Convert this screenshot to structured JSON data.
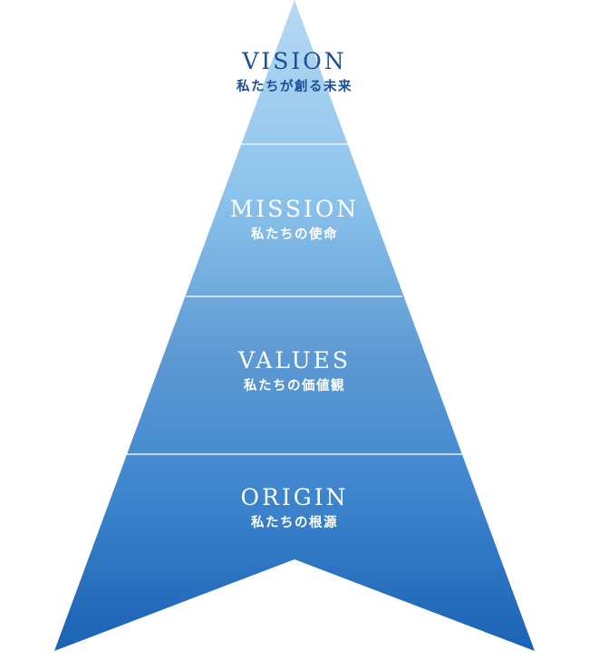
{
  "layers": [
    {
      "id": "vision",
      "title": "VISION",
      "subtitle": "私たちが創る未来",
      "text_color": "#1a4e95"
    },
    {
      "id": "mission",
      "title": "MISSION",
      "subtitle": "私たちの使命",
      "text_color": "#ffffff"
    },
    {
      "id": "values",
      "title": "VALUES",
      "subtitle": "私たちの価値観",
      "text_color": "#ffffff"
    },
    {
      "id": "origin",
      "title": "ORIGIN",
      "subtitle": "私たちの根源",
      "text_color": "#ffffff"
    }
  ],
  "colors": {
    "gradient_top": "#b6d9f3",
    "gradient_upper_mid": "#8cc3ec",
    "gradient_mid": "#5d99d3",
    "gradient_lower_mid": "#3f86cf",
    "gradient_bottom": "#1a62b3",
    "divider": "#e8f3fb"
  }
}
